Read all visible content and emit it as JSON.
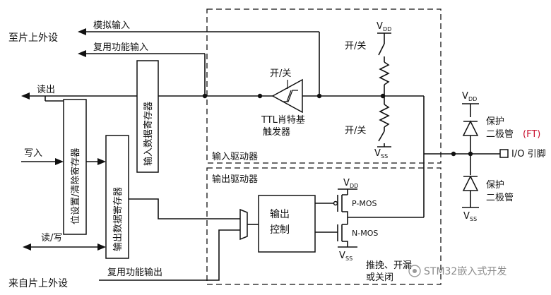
{
  "labels": {
    "to_peripheral": "至片上外设",
    "analog_input": "模拟输入",
    "alt_func_input": "复用功能输入",
    "read_out": "读出",
    "write_in": "写入",
    "read_write": "读/写",
    "from_peripheral": "来自片上外设",
    "alt_func_output": "复用功能输出",
    "input_data_reg": "输入数据寄存器",
    "bit_set_reset_reg": "位设置/清除寄存器",
    "output_data_reg": "输出数据寄存器",
    "on_off_1": "开/关",
    "on_off_2": "开/关",
    "on_off_3": "开/关",
    "ttl_schmitt_1": "TTL肖特基",
    "ttl_schmitt_2": "触发器",
    "input_driver": "输入驱动器",
    "output_driver": "输出驱动器",
    "output_control_1": "输出",
    "output_control_2": "控制",
    "pmos": "P-MOS",
    "nmos": "N-MOS",
    "vdd_main": "V",
    "vdd_main_sub": "DD",
    "vss_main": "V",
    "vss_main_sub": "SS",
    "vdd_top": "V",
    "vdd_top_sub": "DD",
    "vss_mid": "V",
    "vss_mid_sub": "SS",
    "vdd_right": "V",
    "vdd_right_sub": "DD",
    "vss_right": "V",
    "vss_right_sub": "SS",
    "protect_1": "保护",
    "diode_1": "二极管",
    "ft": "(FT)",
    "protect_2": "保护",
    "diode_2": "二极管",
    "io_pin": "I/O 引脚",
    "mode_1": "推挽、开漏",
    "mode_2": "或关闭",
    "watermark": "STM32嵌入式开发"
  }
}
